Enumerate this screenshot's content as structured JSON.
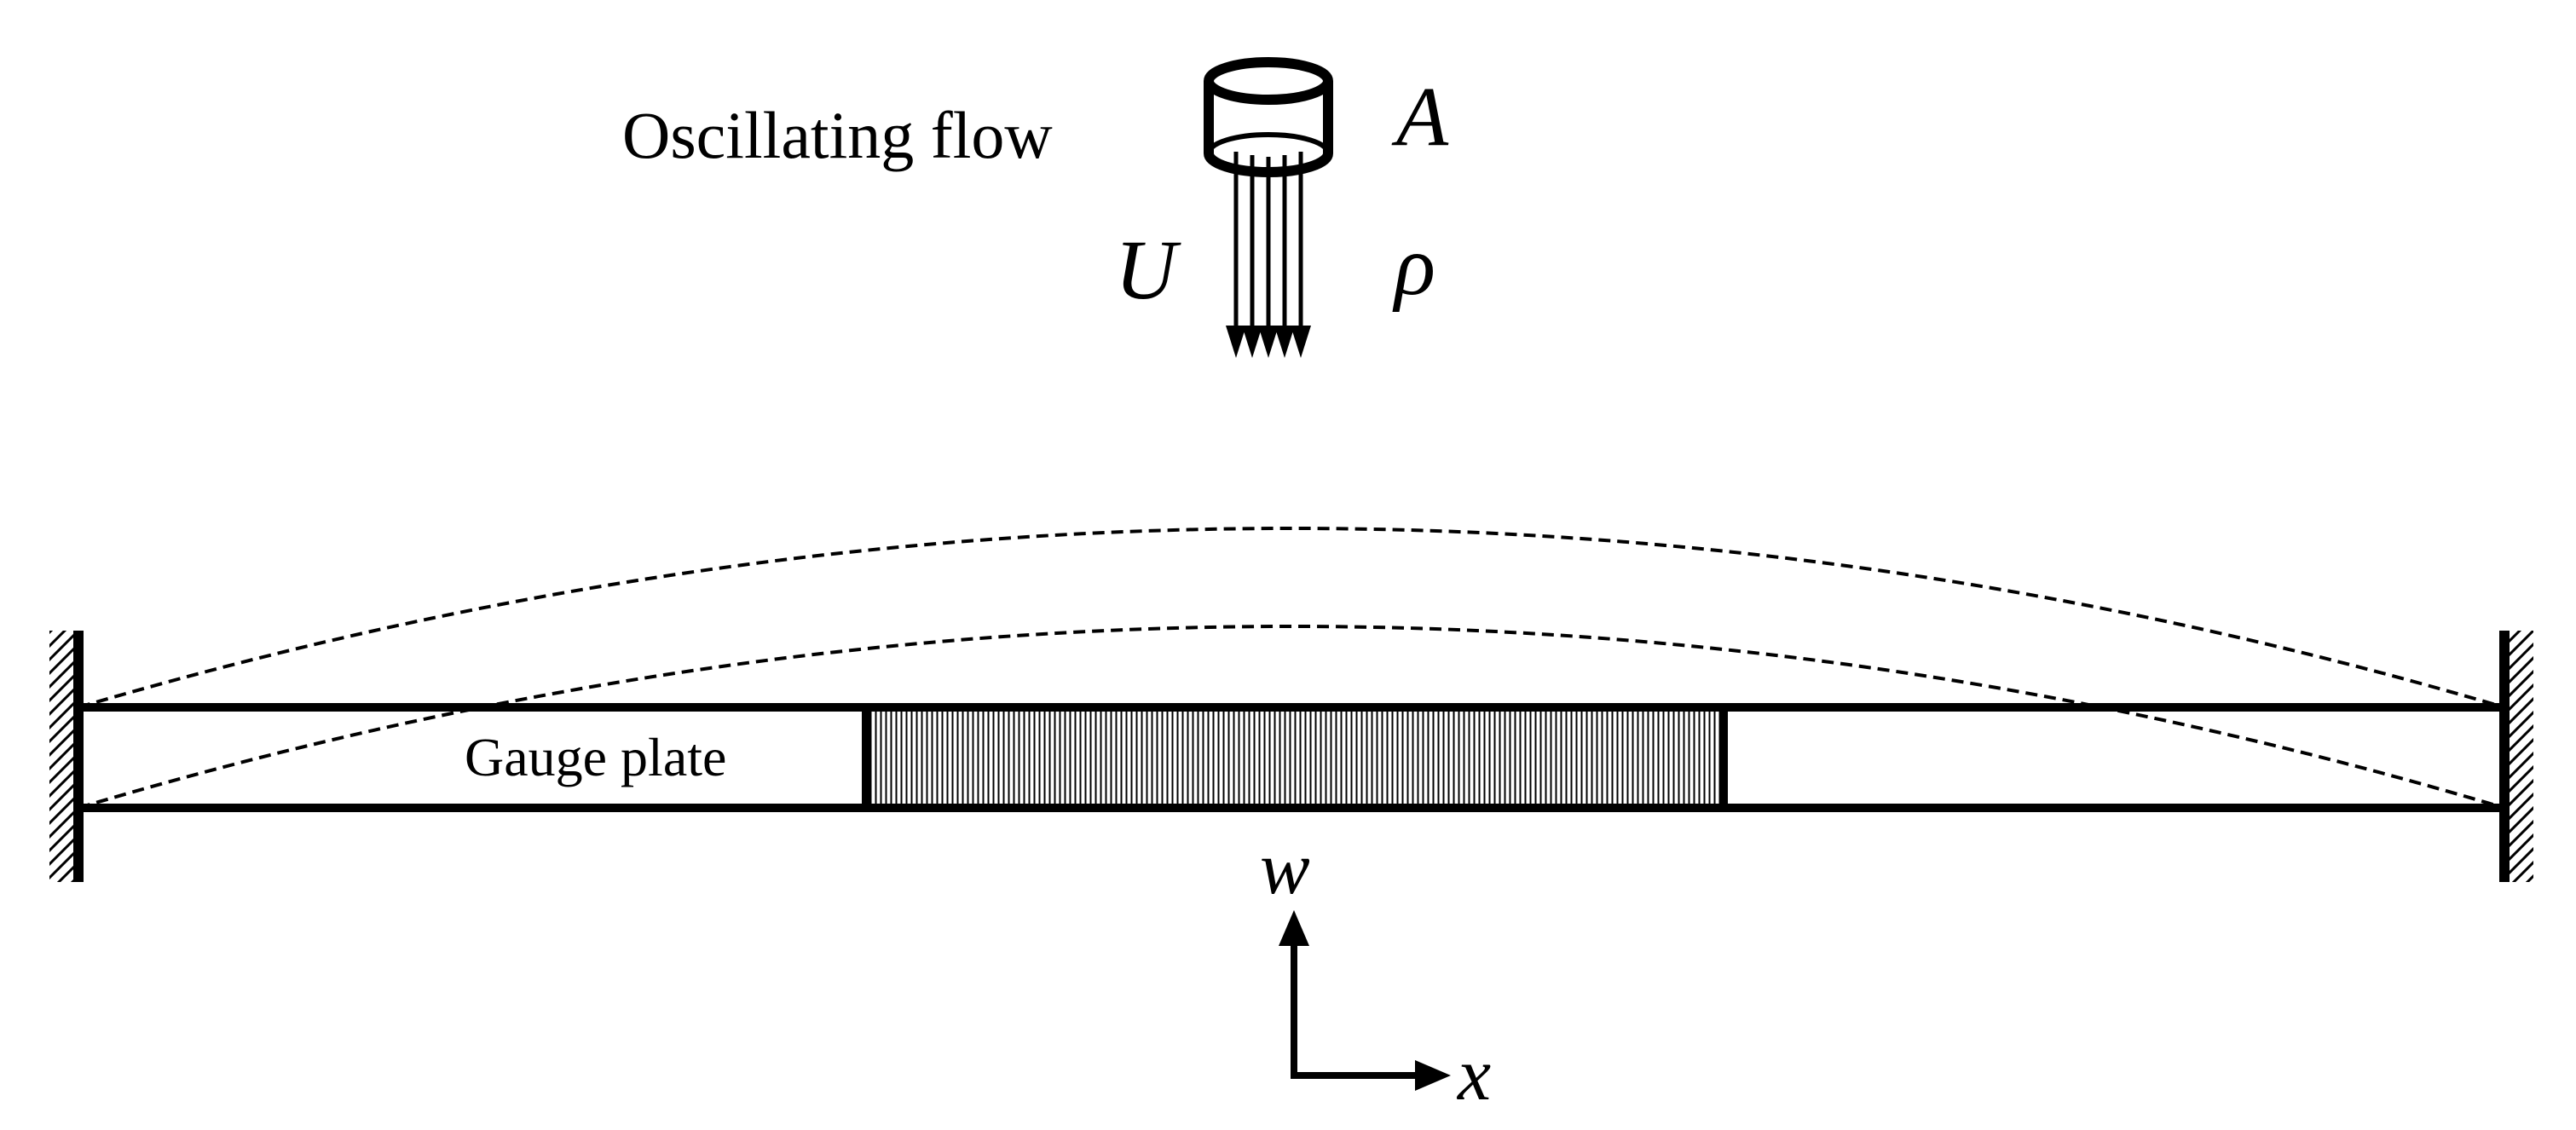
{
  "figure": {
    "flow_label": "Oscillating flow",
    "area_symbol": "A",
    "velocity_symbol": "U",
    "density_symbol": "ρ",
    "plate_label": "Gauge plate",
    "axis_vertical_symbol": "w",
    "axis_horizontal_symbol": "x"
  }
}
